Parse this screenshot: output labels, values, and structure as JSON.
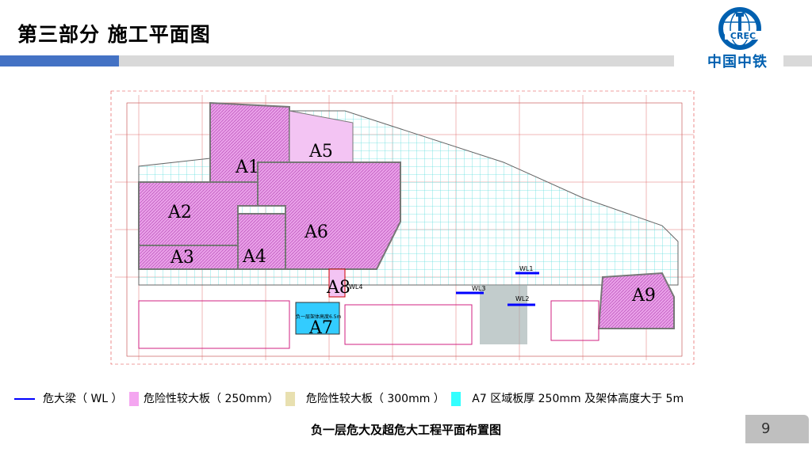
{
  "header": {
    "title": "第三部分 施工平面图",
    "logo_text": "中国中铁",
    "logo_mark": "CREC"
  },
  "drawing": {
    "areas": [
      "A1",
      "A2",
      "A3",
      "A4",
      "A5",
      "A6",
      "A7",
      "A8",
      "A9"
    ],
    "beams": [
      "WL1",
      "WL2",
      "WL3",
      "WL4"
    ],
    "a7_note": "负一层架体高度6.5m"
  },
  "legend": {
    "item1": "危大梁（ WL ）",
    "item2": "危险性较大板（ 250mm）",
    "item3": "危险性较大板（ 300mm ）",
    "item4": "A7 区域板厚 250mm 及架体高度大于 5m",
    "colors": {
      "beam": "#0000ff",
      "slab250": "#f4a6f0",
      "slab300": "#33ffff"
    }
  },
  "caption": "负一层危大及超危大工程平面布置图",
  "page_number": "9"
}
